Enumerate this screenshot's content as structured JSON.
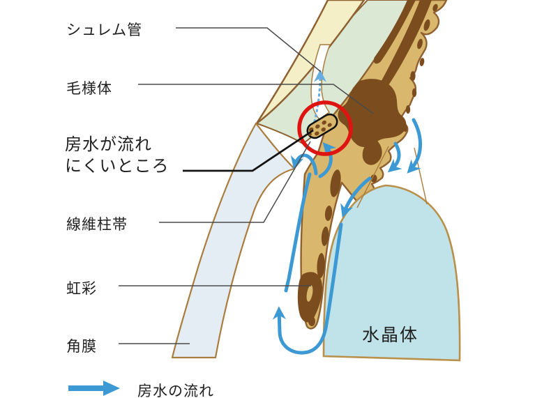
{
  "figure": {
    "type": "eye-anatomy-diagram",
    "subject": "Aqueous humor flow at the anterior chamber angle of the eye",
    "labels": {
      "schlemm_canal": "シュレム管",
      "ciliary_body": "毛様体",
      "blockage_line1": "房水が流れ",
      "blockage_line2": "にくいところ",
      "trabecular_meshwork": "線維柱帯",
      "iris": "虹彩",
      "cornea": "角膜",
      "lens": "水晶体"
    },
    "legend": {
      "label": "房水の流れ"
    }
  },
  "colors": {
    "background": "#ffffff",
    "text": "#1f1f1f",
    "sclera": "#f4efc7",
    "band_green": "#dbe8d4",
    "ciliary_tan": "#d9b76c",
    "dark_brown": "#7b4c1d",
    "outline_brown": "#8f6030",
    "cornea": "#e4edf3",
    "cornea_outline": "#aa7c3e",
    "lens": "#bfe3e9",
    "lens_outline": "#b98f4a",
    "arrow_blue": "#3c99d3",
    "arrow_light": "#66ade0",
    "highlight_red": "#de1410",
    "pointer_gray": "#4a4a4a",
    "pointer_black": "#141414"
  }
}
